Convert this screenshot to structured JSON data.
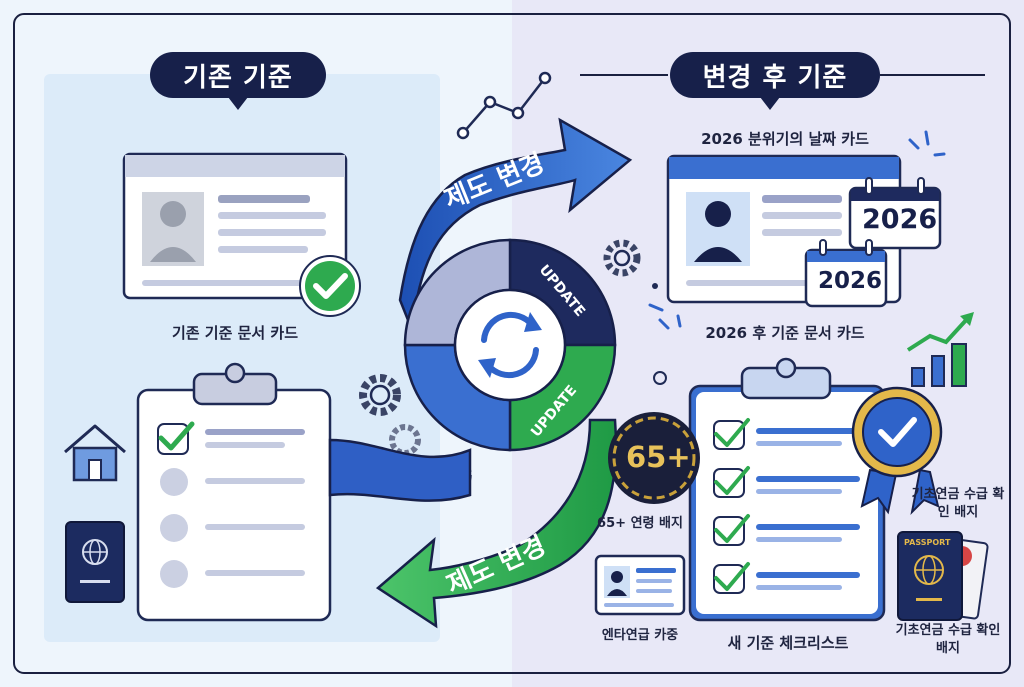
{
  "left_panel": {
    "title": "기존 기준",
    "doc_card_caption": "기존 기준 문서 카드"
  },
  "right_panel": {
    "title": "변경 후 기준",
    "date_card_caption": "2026 분위기의 날짜 카드",
    "calendar_year_large": "2026",
    "calendar_year_small": "2026",
    "doc_card_caption": "2026 후 기준 문서 카드",
    "age_badge_text": "65+",
    "age_badge_caption": "65+ 연령 배지",
    "checklist_caption": "새 기준 체크리스트",
    "pension_badge_caption": "기초연금 수급 확인 배지",
    "id_card_caption": "엔타연급 카중",
    "passport_label": "PASSPORT",
    "passport_caption": "기초연금 수급 확인 배지"
  },
  "center": {
    "arrow_top_label": "제도 변경",
    "arrow_bottom_label": "제도 변경",
    "cycle_label_1": "UPDATE",
    "cycle_label_2": "UPDATE"
  },
  "colors": {
    "navy": "#17204a",
    "blue": "#2f63c9",
    "green": "#2eaa4f",
    "left_bg": "#e4f0fb",
    "right_bg": "#e6e6f7"
  }
}
